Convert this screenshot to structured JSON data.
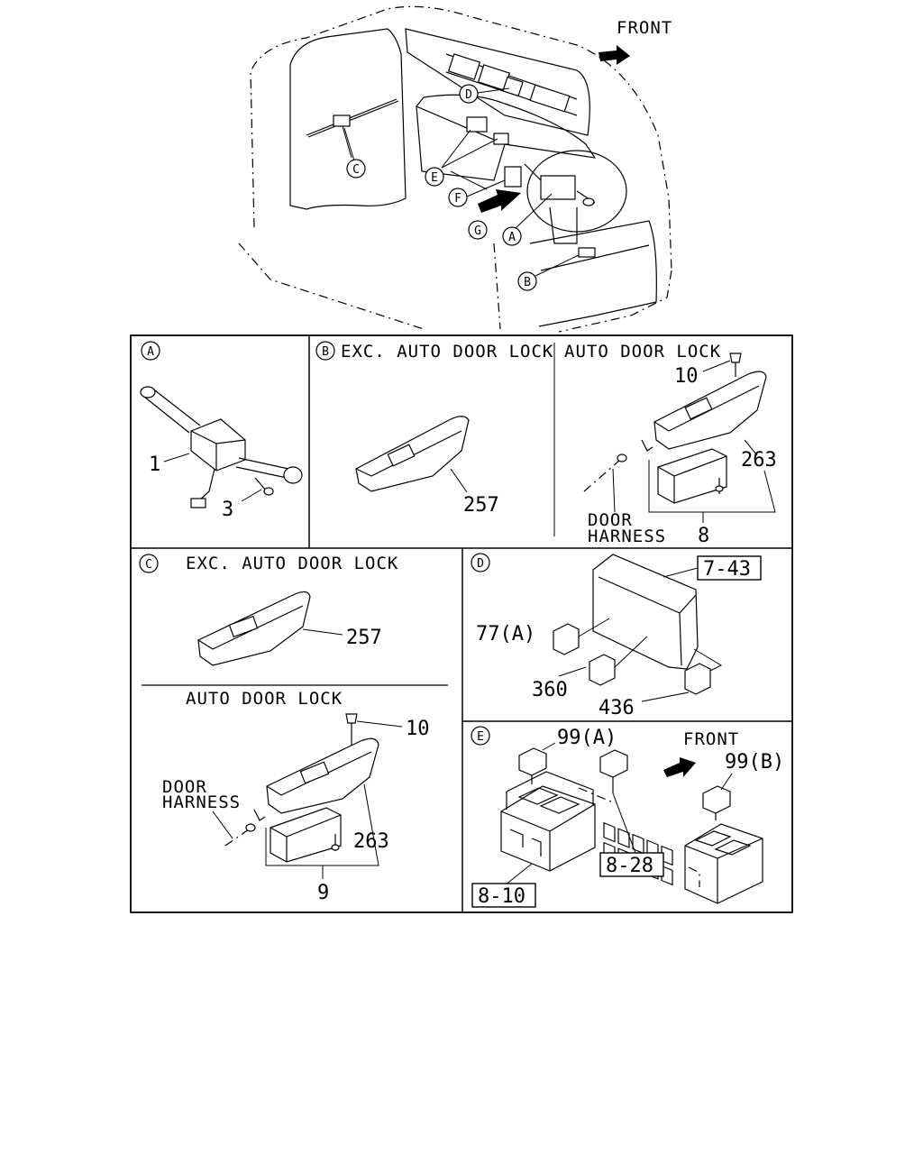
{
  "overview": {
    "front_label": "FRONT",
    "callouts": [
      "A",
      "B",
      "C",
      "D",
      "E",
      "F",
      "G"
    ]
  },
  "panels": {
    "a": {
      "letter": "A",
      "parts": [
        "1",
        "3"
      ]
    },
    "b": {
      "letter": "B",
      "title_exc": "EXC. AUTO DOOR LOCK",
      "title_auto": "AUTO DOOR LOCK",
      "part_exc": "257",
      "parts_auto": [
        "10",
        "263",
        "8"
      ],
      "harness_line1": "DOOR",
      "harness_line2": "HARNESS"
    },
    "c": {
      "letter": "C",
      "title_exc": "EXC. AUTO DOOR LOCK",
      "title_auto": "AUTO DOOR LOCK",
      "part_exc": "257",
      "parts_auto": [
        "10",
        "263",
        "9"
      ],
      "harness_line1": "DOOR",
      "harness_line2": "HARNESS"
    },
    "d": {
      "letter": "D",
      "ref_box": "7-43",
      "parts": [
        "77(A)",
        "360",
        "436"
      ]
    },
    "e": {
      "letter": "E",
      "front_label": "FRONT",
      "parts": [
        "99(A)",
        "99(B)"
      ],
      "ref_boxes": [
        "8-28",
        "8-10"
      ]
    }
  }
}
